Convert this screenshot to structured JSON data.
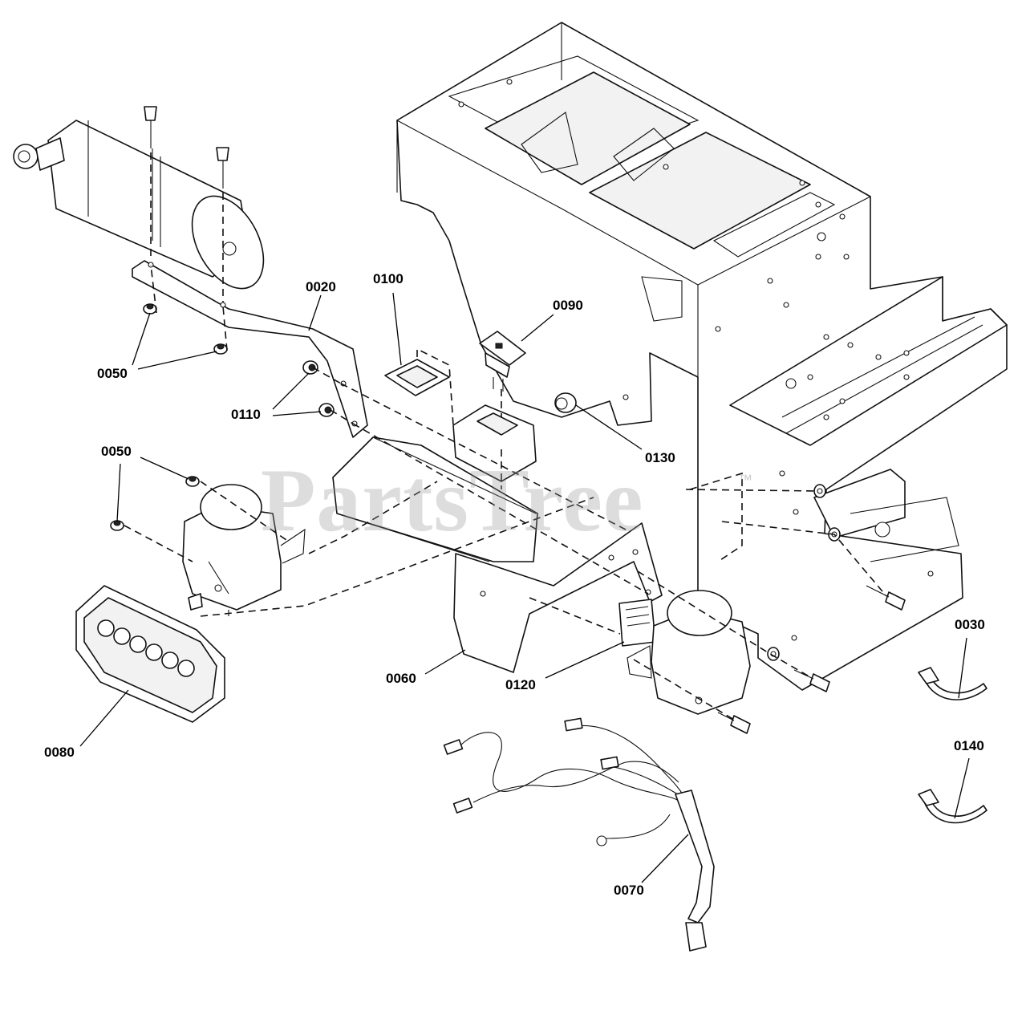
{
  "diagram": {
    "watermark": "PartsTree",
    "trademark": "™",
    "callouts": [
      {
        "id": "c0020",
        "text": "0020"
      },
      {
        "id": "c0100",
        "text": "0100"
      },
      {
        "id": "c0090",
        "text": "0090"
      },
      {
        "id": "c0050a",
        "text": "0050"
      },
      {
        "id": "c0110",
        "text": "0110"
      },
      {
        "id": "c0130",
        "text": "0130"
      },
      {
        "id": "c0050b",
        "text": "0050"
      },
      {
        "id": "c0030",
        "text": "0030"
      },
      {
        "id": "c0060",
        "text": "0060"
      },
      {
        "id": "c0120",
        "text": "0120"
      },
      {
        "id": "c0080",
        "text": "0080"
      },
      {
        "id": "c0140",
        "text": "0140"
      },
      {
        "id": "c0070",
        "text": "0070"
      }
    ]
  }
}
